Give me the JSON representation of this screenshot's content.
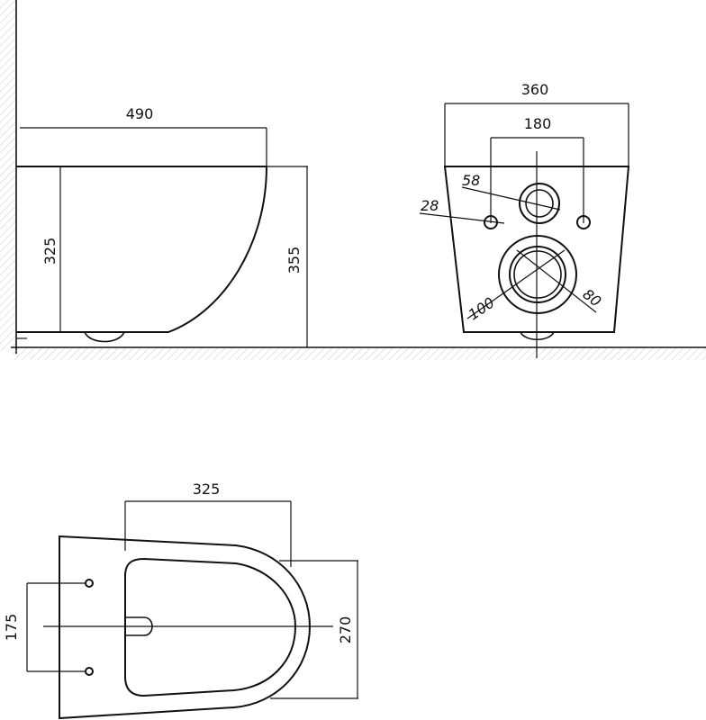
{
  "side_view": {
    "length": "490",
    "inner_height": "325",
    "total_height": "355"
  },
  "rear_view": {
    "width": "360",
    "bolt_spacing": "180",
    "inlet_diameter": "58",
    "bolt_hole_diameter": "28",
    "outlet_outer_diameter": "100",
    "outlet_inner_diameter": "80"
  },
  "top_view": {
    "length": "325",
    "bolt_spacing": "175",
    "width": "270"
  }
}
